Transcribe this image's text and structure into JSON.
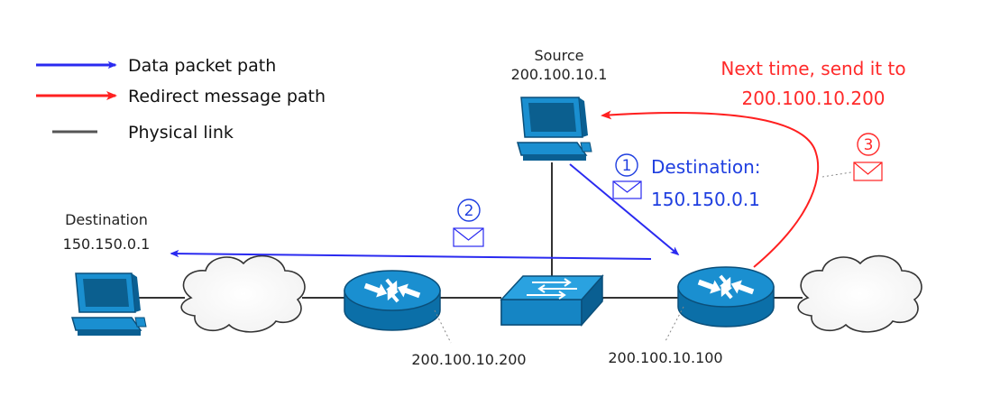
{
  "legend": {
    "data_path": "Data packet path",
    "redirect_path": "Redirect message path",
    "physical_link": "Physical link"
  },
  "source": {
    "name": "Source",
    "ip": "200.100.10.1"
  },
  "destination": {
    "name": "Destination",
    "ip": "150.150.0.1"
  },
  "router_left": {
    "ip": "200.100.10.200"
  },
  "router_right": {
    "ip": "200.100.10.100"
  },
  "step1": {
    "number": "1",
    "line1": "Destination:",
    "line2": "150.150.0.1"
  },
  "step2": {
    "number": "2"
  },
  "step3": {
    "number": "3"
  },
  "redirect_note": {
    "line1": "Next time, send it to",
    "line2": "200.100.10.200"
  },
  "colors": {
    "data_path": "#2a2af0",
    "redirect_path": "#ff2020",
    "physical_link": "#555555",
    "device_blue": "#1a8fd0",
    "device_dark": "#0b5f8f"
  }
}
